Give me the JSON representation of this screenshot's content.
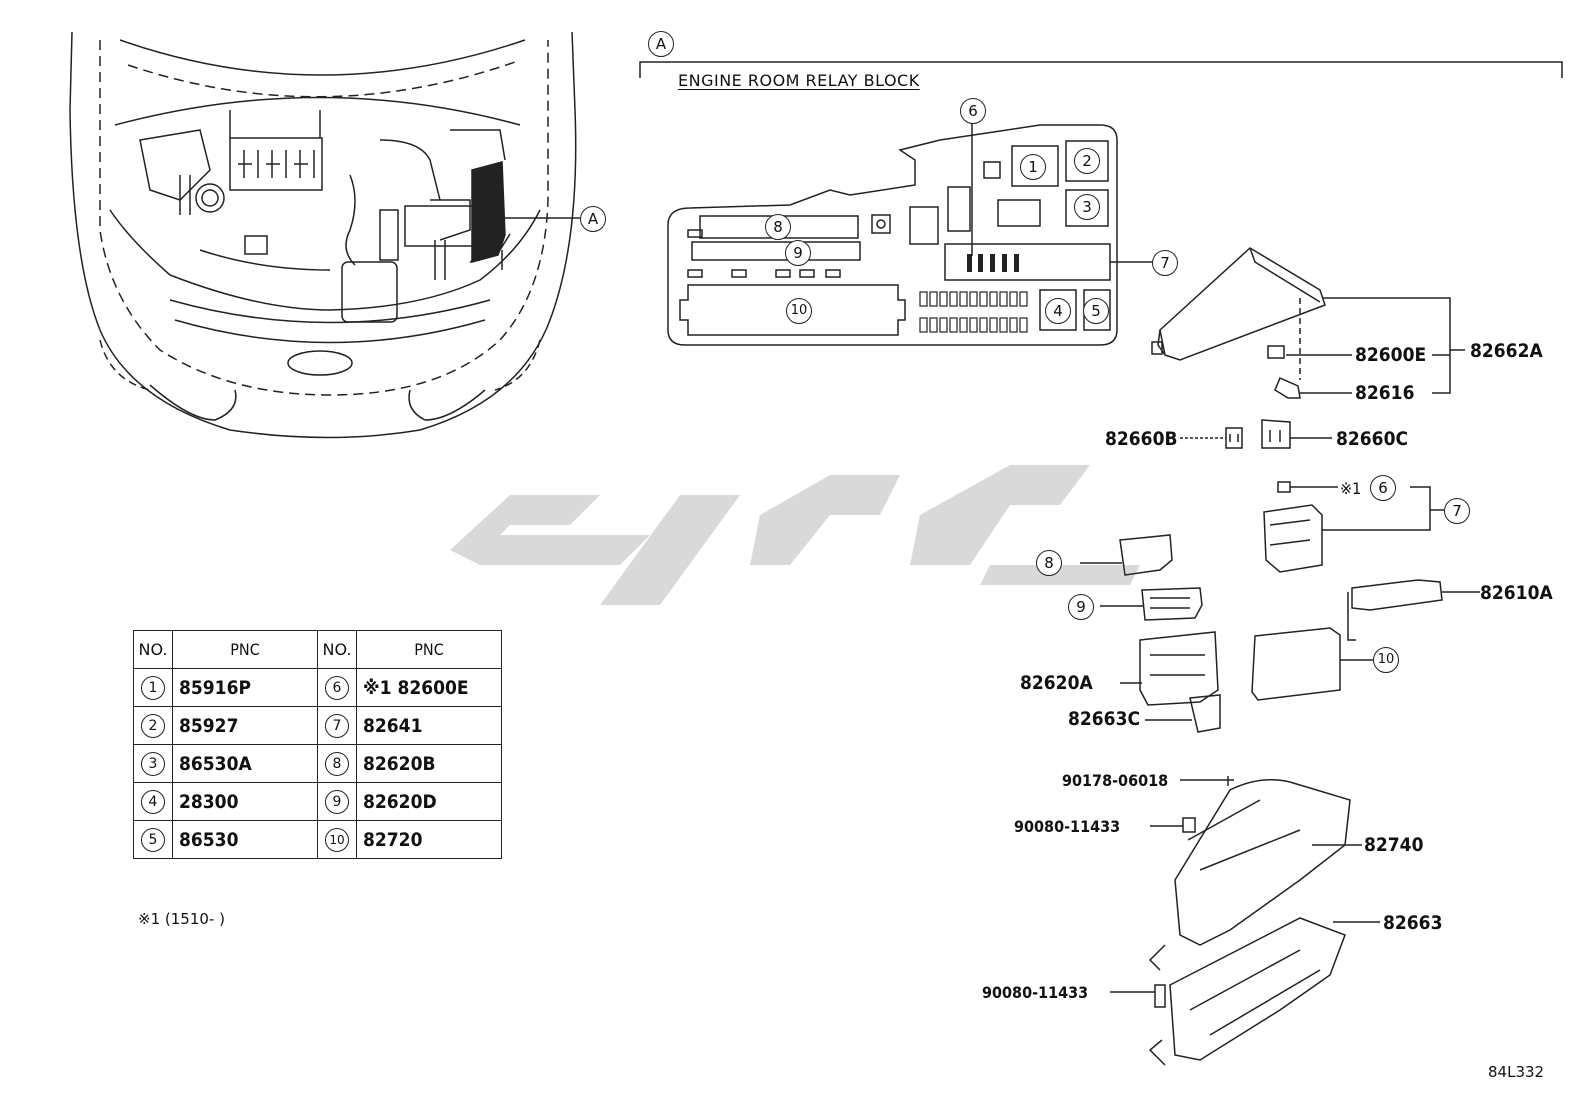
{
  "section": {
    "letter": "A",
    "title": "ENGINE ROOM RELAY BLOCK",
    "engine_callout": "A"
  },
  "relay_block_callouts": [
    "1",
    "2",
    "3",
    "4",
    "5",
    "6",
    "7",
    "8",
    "9",
    "10"
  ],
  "part_labels": {
    "p82662A": "82662A",
    "p82600E": "82600E",
    "p82616": "82616",
    "p82660B": "82660B",
    "p82660C": "82660C",
    "mark_x1": "※1",
    "p82610A": "82610A",
    "p82620A": "82620A",
    "p82663C": "82663C",
    "p90178": "90178-06018",
    "p90080a": "90080-11433",
    "p82740": "82740",
    "p82663": "82663",
    "p90080b": "90080-11433"
  },
  "exploded_callouts": {
    "c6": "6",
    "c7": "7",
    "c8": "8",
    "c9": "9",
    "c10": "10"
  },
  "table": {
    "headers": [
      "NO.",
      "PNC",
      "NO.",
      "PNC"
    ],
    "rows": [
      {
        "no1": "1",
        "pnc1": "85916P",
        "no2": "6",
        "pnc2": "※1 82600E"
      },
      {
        "no1": "2",
        "pnc1": "85927",
        "no2": "7",
        "pnc2": "82641"
      },
      {
        "no1": "3",
        "pnc1": "86530A",
        "no2": "8",
        "pnc2": "82620B"
      },
      {
        "no1": "4",
        "pnc1": "28300",
        "no2": "9",
        "pnc2": "82620D"
      },
      {
        "no1": "5",
        "pnc1": "86530",
        "no2": "10",
        "pnc2": "82720"
      }
    ]
  },
  "footnote": "※1 (1510-     )",
  "drawing_code": "84L332"
}
